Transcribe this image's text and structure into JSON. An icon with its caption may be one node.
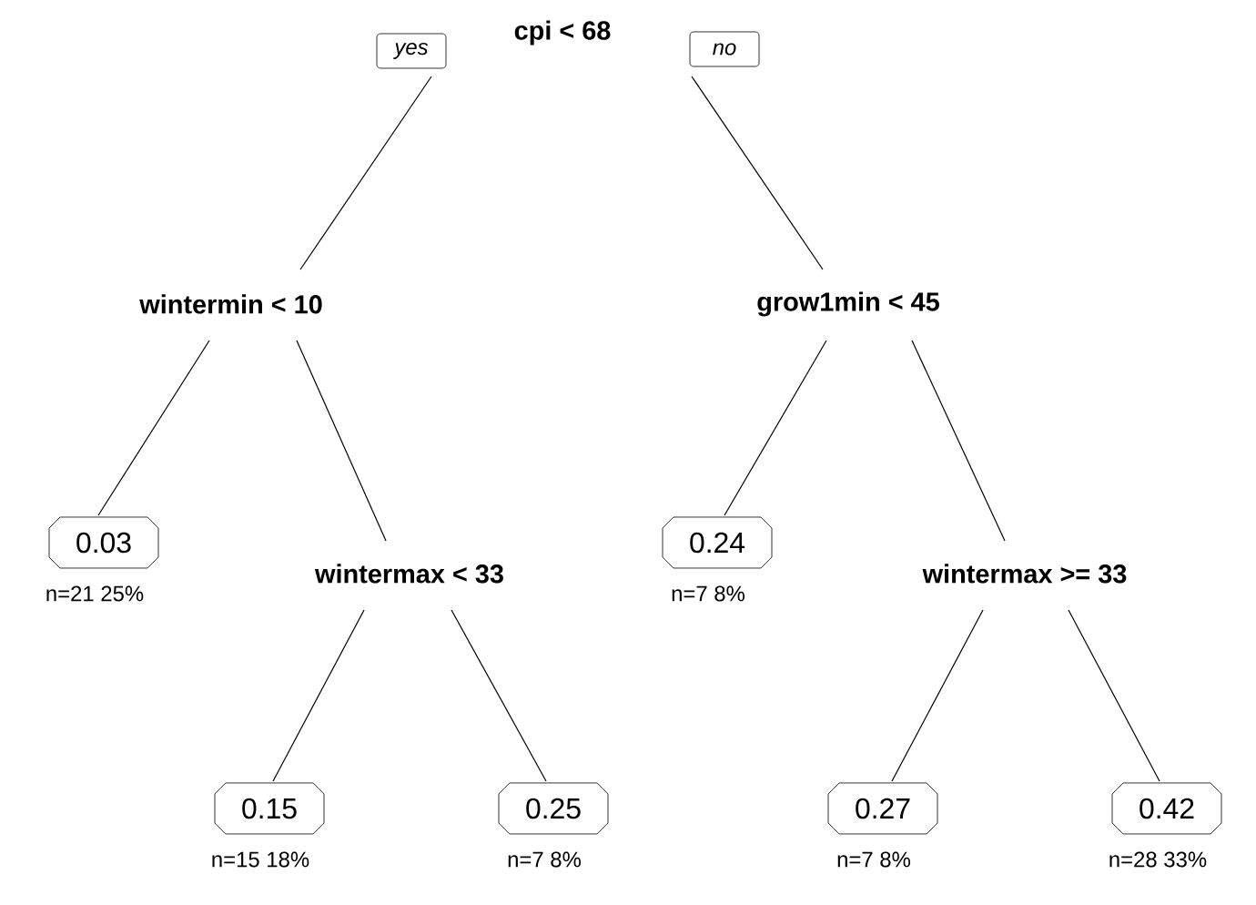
{
  "diagram": {
    "nodes": [
      {
        "text": [
          "cpi < 68"
        ]
      },
      {
        "text": [
          "wintermin < 10"
        ]
      },
      {
        "text": [
          "grow1min < 45"
        ]
      },
      {
        "text": [
          "0.03"
        ],
        "beside": [
          "n=21  25%"
        ]
      },
      {
        "text": [
          "wintermax < 33"
        ]
      },
      {
        "text": [
          "0.24"
        ],
        "beside": [
          "n=7  8%"
        ]
      },
      {
        "text": [
          "wintermax >= 33"
        ]
      },
      {
        "text": [
          "0.15"
        ],
        "beside": [
          "n=15  18%"
        ]
      },
      {
        "text": [
          "0.25"
        ],
        "beside": [
          "n=7  8%"
        ]
      },
      {
        "text": [
          "0.27"
        ],
        "beside": [
          "n=7  8%"
        ]
      },
      {
        "text": [
          "0.42"
        ],
        "beside": [
          "n=28  33%"
        ]
      }
    ],
    "edges": [
      {
        "from": 0,
        "to": 1,
        "arrow": "none"
      },
      {
        "from": 0,
        "to": 2,
        "arrow": "none"
      },
      {
        "from": 1,
        "to": 3,
        "arrow": "none"
      },
      {
        "from": 1,
        "to": 4,
        "arrow": "none"
      },
      {
        "from": 2,
        "to": 5,
        "arrow": "none"
      },
      {
        "from": 2,
        "to": 6,
        "arrow": "none"
      },
      {
        "from": 4,
        "to": 7,
        "arrow": "none"
      },
      {
        "from": 4,
        "to": 8,
        "arrow": "none"
      },
      {
        "from": 6,
        "to": 9,
        "arrow": "none"
      },
      {
        "from": 6,
        "to": 10,
        "arrow": "none"
      }
    ],
    "labels": [
      "yes",
      "no"
    ]
  }
}
